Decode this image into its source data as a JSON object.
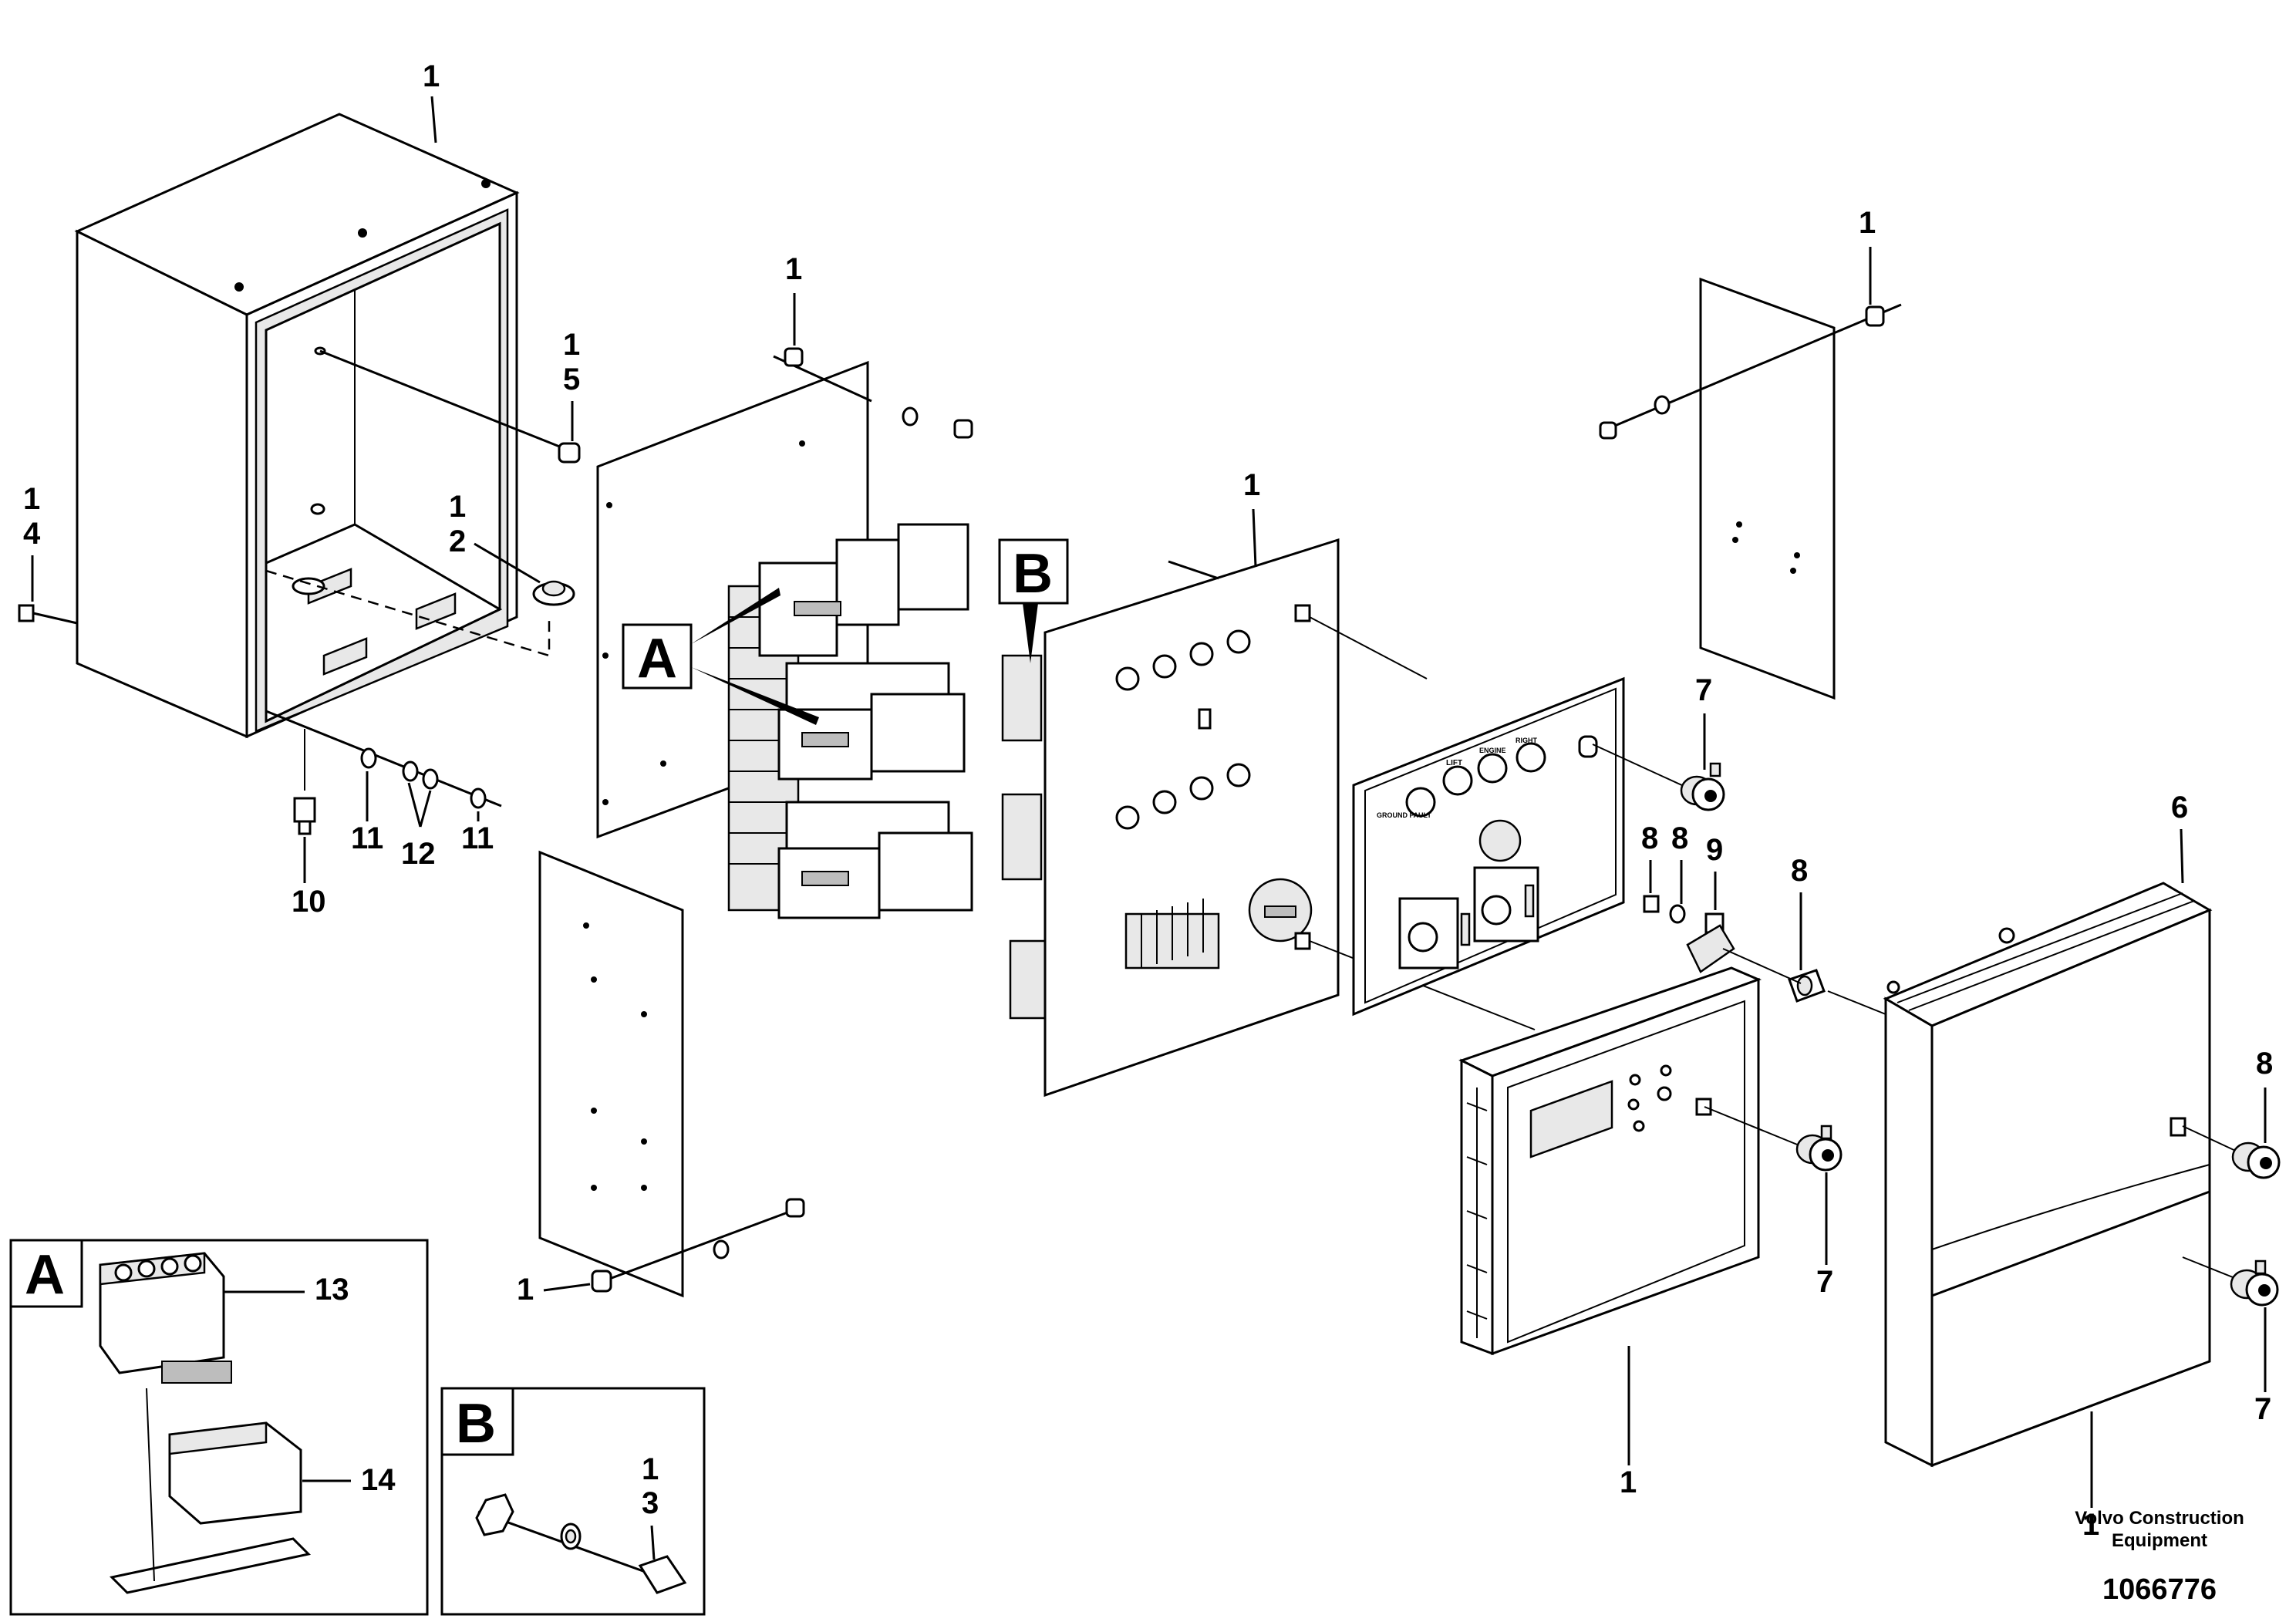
{
  "callouts": {
    "box_top": "1",
    "screw_4_a": "1",
    "screw_4_b": "4",
    "screw_5_a": "1",
    "screw_5_b": "5",
    "grommet_2_a": "1",
    "grommet_2_b": "2",
    "plate_top_nut": "1",
    "panel_top": "1",
    "rear_plate_nut": "1",
    "lower_plate_nut": "1",
    "item_10": "10",
    "item_11_left": "11",
    "item_12": "12",
    "item_11_right": "11",
    "lock_7_top": "7",
    "item_8_a": "8",
    "item_8_b": "8",
    "item_9": "9",
    "item_8_c": "8",
    "item_6": "6",
    "item_8_d": "8",
    "lock_7_mid": "7",
    "lock_7_low": "7",
    "frame_bottom": "1",
    "door_bottom": "1"
  },
  "labels": {
    "a": "A",
    "b": "B"
  },
  "inset_a": {
    "letter": "A",
    "item_13": "13",
    "item_14": "14"
  },
  "inset_b": {
    "letter": "B",
    "item_a": "1",
    "item_b": "3"
  },
  "panel_markings": {
    "lift": "LIFT",
    "engine": "ENGINE",
    "right": "RIGHT",
    "ground_fault": "GROUND FAULT"
  },
  "footer": {
    "company_line1": "Volvo Construction",
    "company_line2": "Equipment",
    "drawing_number": "1066776"
  }
}
